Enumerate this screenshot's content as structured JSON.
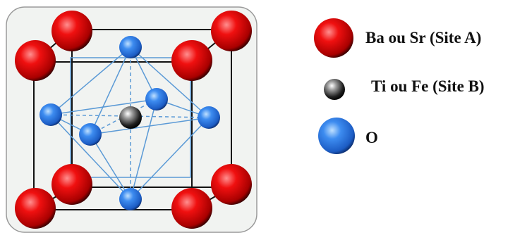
{
  "legend": [
    {
      "label": "Ba ou Sr (Site A)",
      "icon": "red-sphere-icon"
    },
    {
      "label": "Ti ou Fe (Site B)",
      "icon": "black-sphere-icon"
    },
    {
      "label": "O",
      "icon": "blue-sphere-icon"
    }
  ],
  "colors": {
    "site_a": "#e10000",
    "site_b": "#1a1a1a",
    "oxygen": "#2f78e8",
    "bonds": "#5b9ad6",
    "cube": "#111111",
    "panel_bg": "#f1f3f1",
    "panel_border": "#9a9a9a"
  }
}
